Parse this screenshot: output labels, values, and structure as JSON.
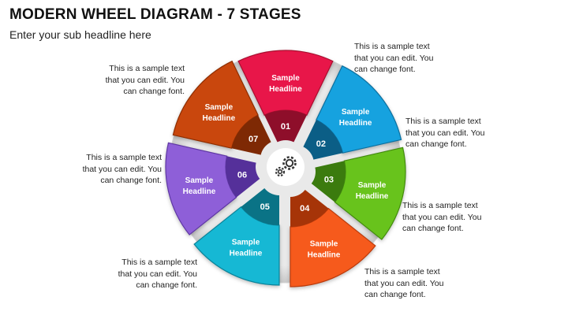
{
  "header": {
    "title": "MODERN WHEEL DIAGRAM - 7 STAGES",
    "subtitle": "Enter your sub headline here"
  },
  "stages": [
    {
      "number": "01",
      "headline_line1": "Sample",
      "headline_line2": "Headline",
      "color": "#E8174A",
      "dark": "#A9102F",
      "inner": "#8E0E2A",
      "notes": [
        "This is a sample text",
        "that you can edit. You",
        "can change font."
      ]
    },
    {
      "number": "02",
      "headline_line1": "Sample",
      "headline_line2": "Headline",
      "color": "#16A2DF",
      "dark": "#0D6F9E",
      "inner": "#0B5E86",
      "notes": [
        "This is a sample text",
        "that you can edit. You",
        "can change font."
      ]
    },
    {
      "number": "03",
      "headline_line1": "Sample",
      "headline_line2": "Headline",
      "color": "#67C31E",
      "dark": "#438A10",
      "inner": "#3B7B0E",
      "notes": [
        "This is a sample text",
        "that you can edit. You",
        "can change font."
      ]
    },
    {
      "number": "04",
      "headline_line1": "Sample",
      "headline_line2": "Headline",
      "color": "#F65A1B",
      "dark": "#B93A0B",
      "inner": "#A63408",
      "notes": [
        "This is a sample text",
        "that you can edit. You",
        "can change font."
      ]
    },
    {
      "number": "05",
      "headline_line1": "Sample",
      "headline_line2": "Headline",
      "color": "#12B8D4",
      "dark": "#0A8197",
      "inner": "#0A7386",
      "notes": [
        "This is a sample text",
        "that you can edit. You",
        "can change font."
      ]
    },
    {
      "number": "06",
      "headline_line1": "Sample",
      "headline_line2": "Headline",
      "color": "#8E5FD8",
      "dark": "#5E37A3",
      "inner": "#55309A",
      "notes": [
        "This is a sample text",
        "that you can edit. You",
        "can change font."
      ]
    },
    {
      "number": "07",
      "headline_line1": "Sample",
      "headline_line2": "Headline",
      "color": "#C9470B",
      "dark": "#8E2E05",
      "inner": "#7E2904",
      "notes": [
        "This is a sample text",
        "that you can edit. You",
        "can change font."
      ]
    }
  ],
  "center_icon": "gears-icon"
}
